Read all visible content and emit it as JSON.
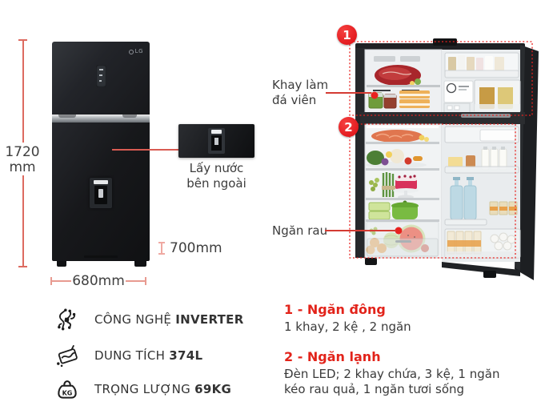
{
  "colors": {
    "accent_red": "#e8221f",
    "spec_red": "#e2231a",
    "dimension_line": "#dd6b60",
    "body_text": "#3a3a3a",
    "fridge_black": "#1a1c1f"
  },
  "left": {
    "logo": "LG",
    "height_label": {
      "line1": "1720",
      "line2": "mm"
    },
    "width_label": "680mm",
    "depth_label": "700mm",
    "dispenser_callout": {
      "line1": "Lấy nước",
      "line2": "bên ngoài"
    }
  },
  "right": {
    "badge1": "1",
    "badge2": "2",
    "ice_tray_callout": {
      "line1": "Khay làm",
      "line2": "đá viên"
    },
    "veg_callout": "Ngăn rau"
  },
  "features": [
    {
      "icon": "inverter-icon",
      "prefix": "CÔNG NGHỆ ",
      "bold": "INVERTER"
    },
    {
      "icon": "capacity-icon",
      "prefix": "DUNG TÍCH ",
      "bold": "374L"
    },
    {
      "icon": "weight-icon",
      "icon_label": "KG",
      "prefix": "TRỌNG LƯỢNG ",
      "bold": "69KG"
    }
  ],
  "specs": [
    {
      "title": "1 - Ngăn đông",
      "lines": [
        "1 khay, 2 kệ , 2 ngăn"
      ]
    },
    {
      "title": "2 - Ngăn lạnh",
      "lines": [
        "Đèn LED; 2 khay chứa, 3 kệ, 1 ngăn",
        "kéo rau quả, 1 ngăn tươi sống"
      ]
    }
  ]
}
